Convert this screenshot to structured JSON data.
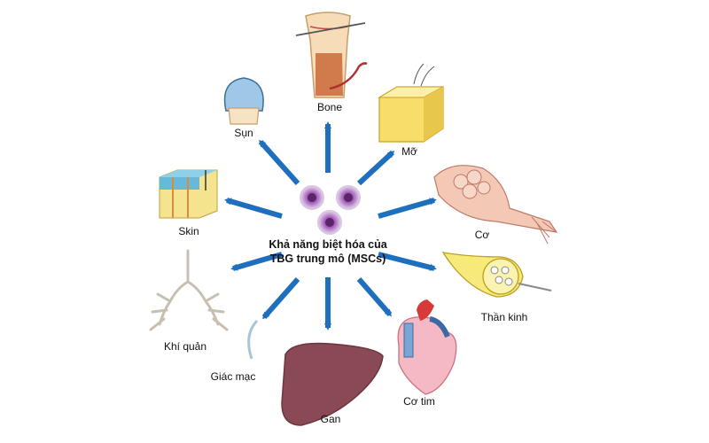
{
  "center": {
    "line1": "Khả năng biệt hóa của",
    "line2": "TBG trung mô (MSCs)"
  },
  "targets": {
    "bone": "Bone",
    "cartilage": "Sụn",
    "fat": "Mỡ",
    "skin": "Skin",
    "muscle": "Cơ",
    "nerve": "Thần kinh",
    "trachea": "Khí quản",
    "cornea": "Giác mạc",
    "liver": "Gan",
    "heart": "Cơ tim"
  },
  "colors": {
    "arrow": "#1f6fbf",
    "cell_outer": "#8e3f96",
    "cell_inner": "#b98ad0"
  },
  "icons": [
    "bone-icon",
    "cartilage-icon",
    "fat-tissue-icon",
    "skin-icon",
    "muscle-icon",
    "nerve-icon",
    "trachea-icon",
    "cornea-icon",
    "liver-icon",
    "heart-icon",
    "stem-cell-icon"
  ]
}
